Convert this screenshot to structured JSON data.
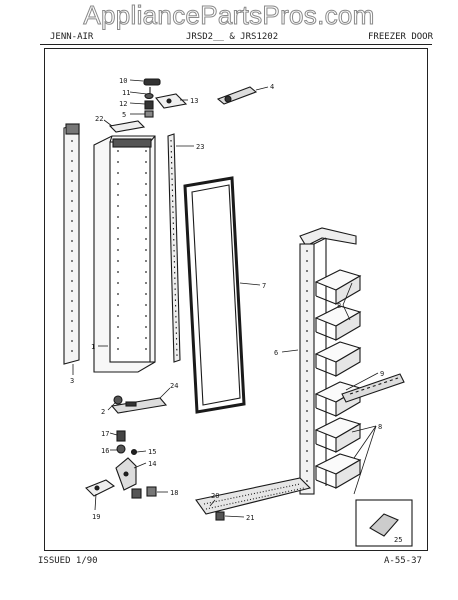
{
  "watermark": "AppliancePartsPros.com",
  "header": {
    "left": "JENN-AIR",
    "model": "JRSD2__ & JRS1202",
    "section": "FREEZER DOOR"
  },
  "footer": {
    "issued": "ISSUED 1/90",
    "page_code": "A-55-37"
  },
  "callouts": {
    "n1": "1",
    "n2": "2",
    "n3": "3",
    "n4": "4",
    "n5": "5",
    "n6": "6",
    "n7": "7",
    "n8": "8",
    "n9": "9",
    "n10": "10",
    "n11": "11",
    "n12": "12",
    "n13": "13",
    "n14": "14",
    "n15": "15",
    "n16": "16",
    "n17": "17",
    "n18": "18",
    "n19": "19",
    "n20": "20",
    "n21": "21",
    "n22": "22",
    "n23": "23",
    "n24": "24",
    "n25": "25"
  }
}
